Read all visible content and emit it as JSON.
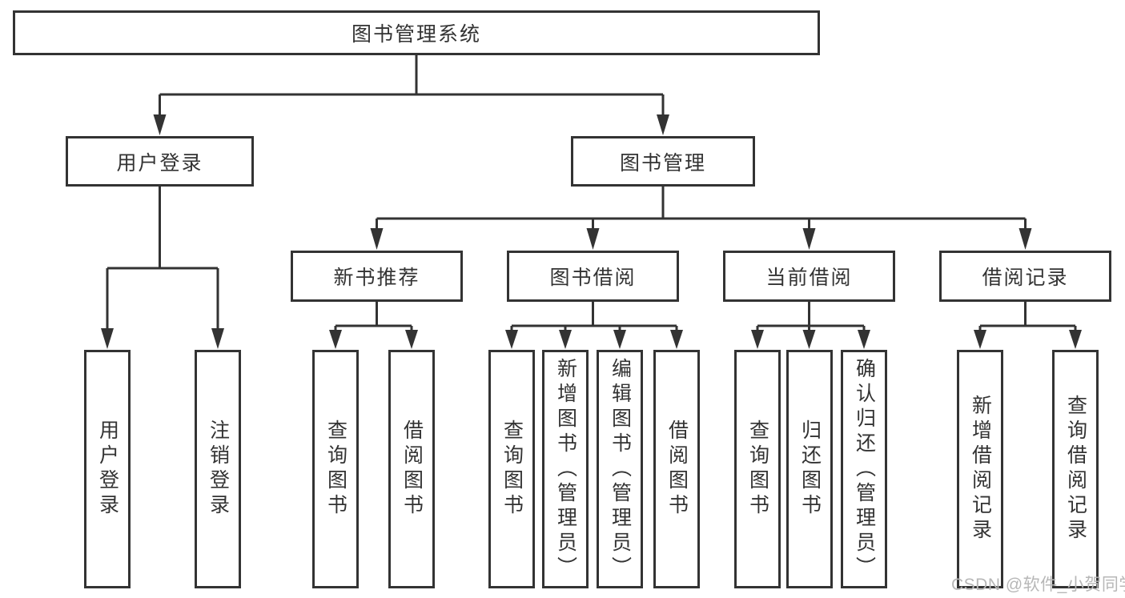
{
  "tree": {
    "label": "图书管理系统",
    "children": [
      {
        "label": "用户登录",
        "children": [
          {
            "label": "用户登录"
          },
          {
            "label": "注销登录"
          }
        ]
      },
      {
        "label": "图书管理",
        "children": [
          {
            "label": "新书推荐",
            "children": [
              {
                "label": "查询图书"
              },
              {
                "label": "借阅图书"
              }
            ]
          },
          {
            "label": "图书借阅",
            "children": [
              {
                "label": "查询图书"
              },
              {
                "label": "新增图书（管理员）"
              },
              {
                "label": "编辑图书（管理员）"
              },
              {
                "label": "借阅图书"
              }
            ]
          },
          {
            "label": "当前借阅",
            "children": [
              {
                "label": "查询图书"
              },
              {
                "label": "归还图书"
              },
              {
                "label": "确认归还（管理员）"
              }
            ]
          },
          {
            "label": "借阅记录",
            "children": [
              {
                "label": "新增借阅记录"
              },
              {
                "label": "查询借阅记录"
              }
            ]
          }
        ]
      }
    ]
  },
  "watermark": {
    "text": "CSDN @软件_小贺同学"
  },
  "colors": {
    "line": "#333333",
    "box_border": "#333333",
    "text": "#333333",
    "background": "#ffffff",
    "watermark": "#b7b7b7"
  }
}
